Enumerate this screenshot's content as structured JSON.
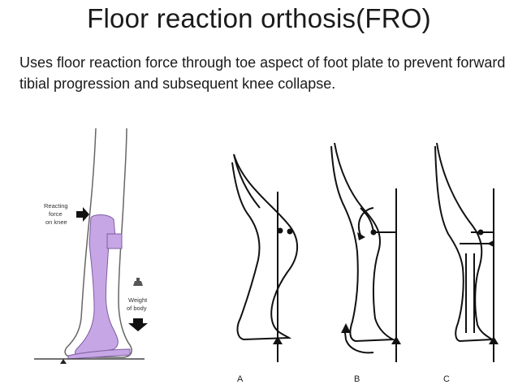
{
  "slide": {
    "title": "Floor reaction orthosis(FRO)",
    "body": "Uses floor reaction force through toe aspect of foot plate to prevent forward tibial progression and subsequent knee collapse."
  },
  "left_figure": {
    "label_reacting": [
      "Reacting",
      "force",
      "on knee"
    ],
    "label_weight": [
      "Weight",
      "of body"
    ],
    "orthosis_color": "#c7a6e6"
  },
  "right_figure": {
    "panels": [
      "A",
      "B",
      "C"
    ]
  }
}
